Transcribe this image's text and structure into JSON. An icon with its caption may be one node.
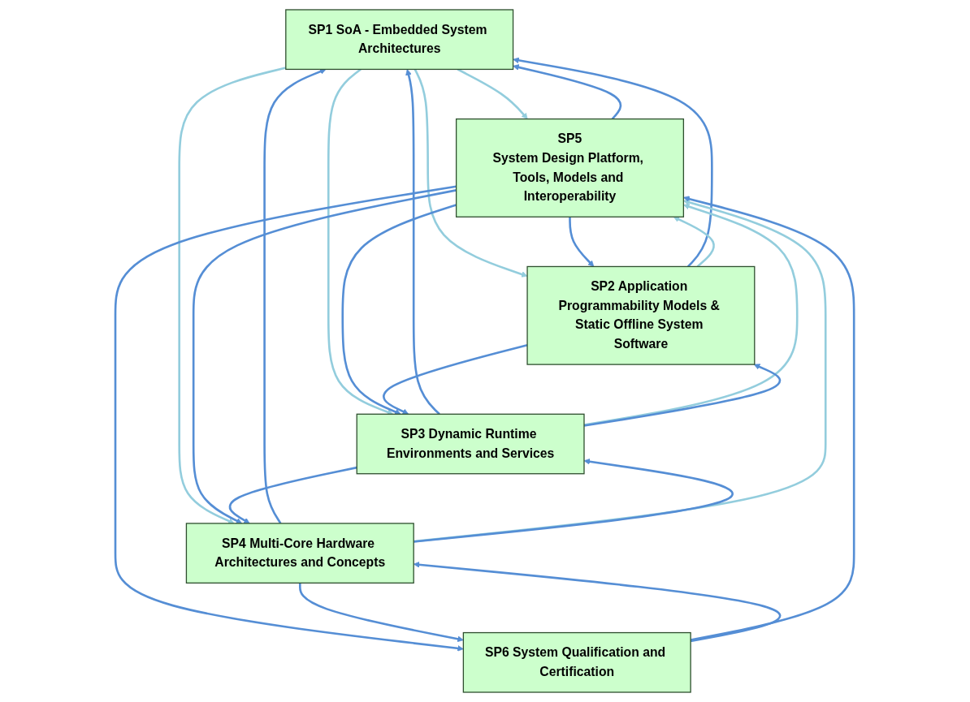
{
  "diagram": {
    "nodes": [
      {
        "text": [
          "SP1 SoA - Embedded System Architectures"
        ]
      },
      {
        "text": [
          "SP5",
          "System Design Platform, Tools, Models and Interoperability"
        ]
      },
      {
        "text": [
          "SP2 Application Programmability Models & Static Offline System Software"
        ]
      },
      {
        "text": [
          "SP3 Dynamic Runtime Environments and Services"
        ]
      },
      {
        "text": [
          "SP4 Multi-Core Hardware Architectures and Concepts"
        ]
      },
      {
        "text": [
          "SP6 System Qualification and Certification"
        ]
      }
    ],
    "edges": [
      {
        "from": 0,
        "to": 1,
        "arrow": "to",
        "color": "#93cddd"
      },
      {
        "from": 1,
        "to": 0,
        "arrow": "to"
      },
      {
        "from": 0,
        "to": 2,
        "arrow": "to",
        "color": "#93cddd"
      },
      {
        "from": 2,
        "to": 0,
        "arrow": "to"
      },
      {
        "from": 0,
        "to": 3,
        "arrow": "to",
        "color": "#93cddd"
      },
      {
        "from": 3,
        "to": 0,
        "arrow": "to"
      },
      {
        "from": 0,
        "to": 4,
        "arrow": "to",
        "color": "#93cddd"
      },
      {
        "from": 4,
        "to": 0,
        "arrow": "to"
      },
      {
        "from": 1,
        "to": 2,
        "arrow": "to"
      },
      {
        "from": 2,
        "to": 1,
        "arrow": "to",
        "color": "#93cddd"
      },
      {
        "from": 1,
        "to": 3,
        "arrow": "to"
      },
      {
        "from": 3,
        "to": 1,
        "arrow": "to",
        "color": "#93cddd"
      },
      {
        "from": 1,
        "to": 4,
        "arrow": "to"
      },
      {
        "from": 4,
        "to": 1,
        "arrow": "to",
        "color": "#93cddd"
      },
      {
        "from": 2,
        "to": 3,
        "arrow": "to"
      },
      {
        "from": 3,
        "to": 2,
        "arrow": "to"
      },
      {
        "from": 3,
        "to": 4,
        "arrow": "to"
      },
      {
        "from": 4,
        "to": 3,
        "arrow": "to"
      },
      {
        "from": 1,
        "to": 5,
        "arrow": "to"
      },
      {
        "from": 5,
        "to": 1,
        "arrow": "to"
      },
      {
        "from": 4,
        "to": 5,
        "arrow": "to"
      },
      {
        "from": 5,
        "to": 4,
        "arrow": "to"
      }
    ]
  }
}
